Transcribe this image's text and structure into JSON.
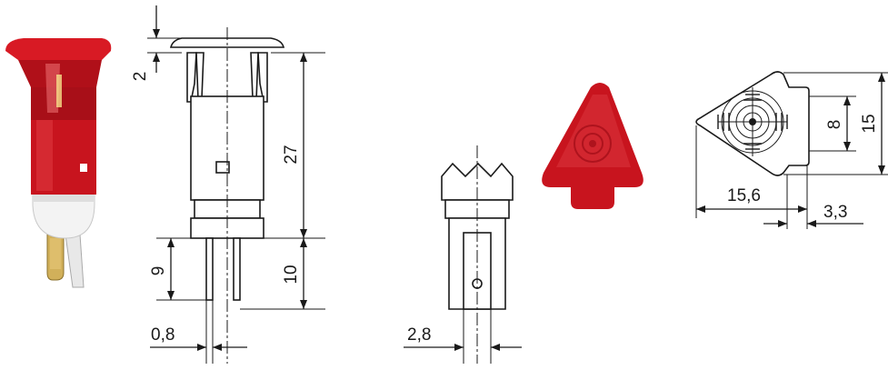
{
  "dimensions": {
    "cap_thickness": "2",
    "body_height": "27",
    "pin_length": "9",
    "terminal_length": "10",
    "pin_width": "0,8",
    "terminal_width": "2,8",
    "triangle_height": "8",
    "outer_height": "15",
    "base_width": "15,6",
    "tab_width": "3,3"
  },
  "colors": {
    "lens_red": "#c8141e",
    "lens_dark": "#8c0a12",
    "housing_white": "#f2f2f2",
    "terminal_gold": "#c9a64a",
    "line": "#1a1a1a"
  }
}
